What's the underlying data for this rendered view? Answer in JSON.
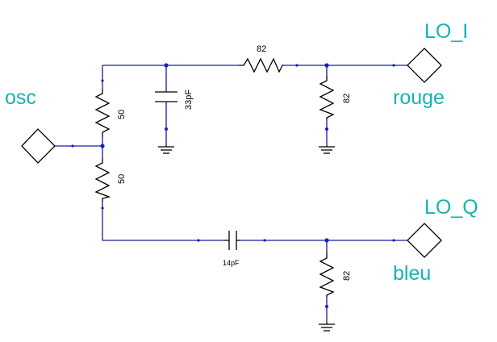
{
  "labels": {
    "osc": "osc",
    "lo_i": "LO_I",
    "rouge": "rouge",
    "lo_q": "LO_Q",
    "bleu": "bleu"
  },
  "components": {
    "r_top_series": "82",
    "r_top_shunt": "82",
    "c_top_shunt": "33pF",
    "r_osc_upper": "50",
    "r_osc_lower": "50",
    "c_bottom_series": "14pF",
    "r_bottom_shunt": "82"
  },
  "colors": {
    "wire": "#1a1aa8",
    "net_label": "#16b3b3",
    "node": "#1a1acc"
  }
}
